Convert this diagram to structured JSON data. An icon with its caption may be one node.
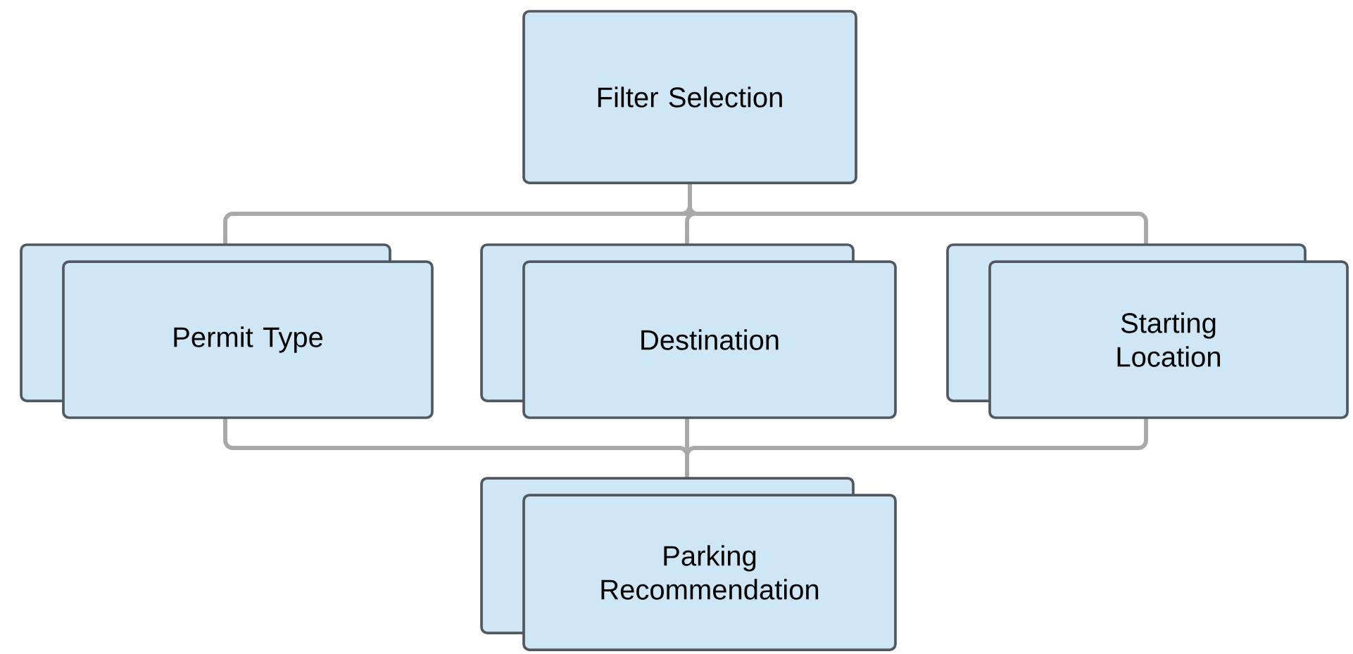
{
  "diagram": {
    "nodes": [
      {
        "text": [
          "Filter Selection"
        ]
      },
      {
        "text": [
          "Permit Type"
        ]
      },
      {
        "text": [
          "Destination"
        ]
      },
      {
        "text": [
          "Starting Location"
        ]
      },
      {
        "text": [
          "Parking Recommendation"
        ]
      }
    ],
    "edges": [
      {
        "from": 0,
        "to": 1,
        "arrow": "none"
      },
      {
        "from": 0,
        "to": 2,
        "arrow": "none"
      },
      {
        "from": 0,
        "to": 3,
        "arrow": "none"
      },
      {
        "from": 1,
        "to": 4,
        "arrow": "none"
      },
      {
        "from": 2,
        "to": 4,
        "arrow": "none"
      },
      {
        "from": 3,
        "to": 4,
        "arrow": "none"
      }
    ]
  }
}
